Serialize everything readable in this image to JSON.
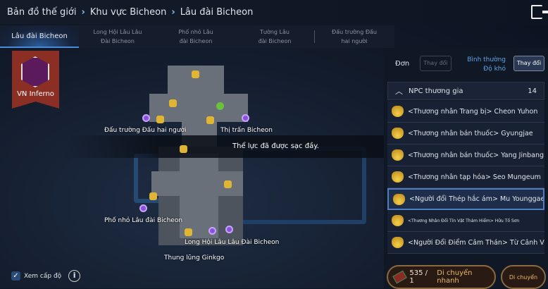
{
  "breadcrumb": [
    "Bản đồ thế giới",
    "Khu vực Bicheon",
    "Lâu đài Bicheon"
  ],
  "tabs": [
    "Lâu đài Bicheon",
    "Long Hội Lâu Lâu Đài Bicheon",
    "Phố nhỏ Lâu đài Bicheon",
    "Tường Lâu đài Bicheon",
    "Đấu trường Đấu hai người"
  ],
  "banner": {
    "label": "VN Inferno"
  },
  "map_labels": {
    "arena": "Đấu trường Đấu hai người",
    "town": "Thị trấn Bicheon",
    "alley": "Phố nhỏ Lâu đài Bicheon",
    "dragon": "Long Hội Lâu Lâu Đài Bicheon",
    "valley": "Thung lũng Ginkgo"
  },
  "toast": "Thể lực đã được sạc đầy.",
  "show_level": {
    "label": "Xem cấp độ",
    "checked": true,
    "info": "i"
  },
  "panel": {
    "mode_label": "Đơn",
    "mode_button": "Thay đổi",
    "difficulty_value": "Bình thường",
    "difficulty_label": "Độ khó",
    "difficulty_button": "Thay đổi",
    "group": {
      "title": "NPC thương gia",
      "count": "14"
    },
    "npcs": [
      "<Thương nhân Trang bị> Cheon Yuhon",
      "<Thương nhân bán thuốc> Gyungjae",
      "<Thương nhân bán thuốc> Yang Jinbang",
      "<Thương nhân tạp hóa> Seo Mungeum",
      "<Người đổi Thép hắc ám> Mu Younggaek",
      "<Thương Nhân Đổi Tín Vật Thám Hiểm> Hữu Tố Sơn",
      "<Người Đổi Điểm Cảm Thán> Từ Cảnh Vũ"
    ]
  },
  "actions": {
    "count": "535 / 1",
    "fast_travel": "Di chuyển nhanh",
    "move": "Di chuyển"
  },
  "colors": {
    "accent": "#4f7ec2",
    "gold": "#e1b534",
    "banner": "#8b2f25"
  }
}
